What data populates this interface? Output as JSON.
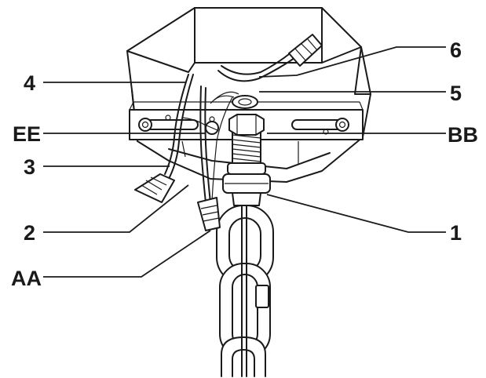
{
  "callouts": {
    "c4": "4",
    "c6": "6",
    "c5": "5",
    "cEE": "EE",
    "cBB": "BB",
    "c3": "3",
    "c2": "2",
    "c1": "1",
    "cAA": "AA"
  },
  "colors": {
    "ink": "#1a1a1a",
    "background": "#ffffff",
    "shade": "#d9d9d9"
  }
}
